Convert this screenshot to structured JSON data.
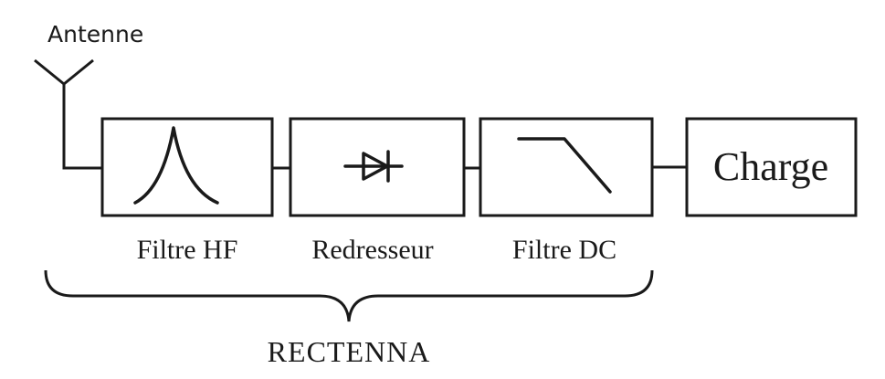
{
  "antenna": {
    "label": "Antenne"
  },
  "blocks": {
    "hf_filter": {
      "label": "Filtre HF"
    },
    "rectifier": {
      "label": "Redresseur"
    },
    "dc_filter": {
      "label": "Filtre DC"
    },
    "load": {
      "label": "Charge"
    }
  },
  "group": {
    "label": "RECTENNA"
  }
}
